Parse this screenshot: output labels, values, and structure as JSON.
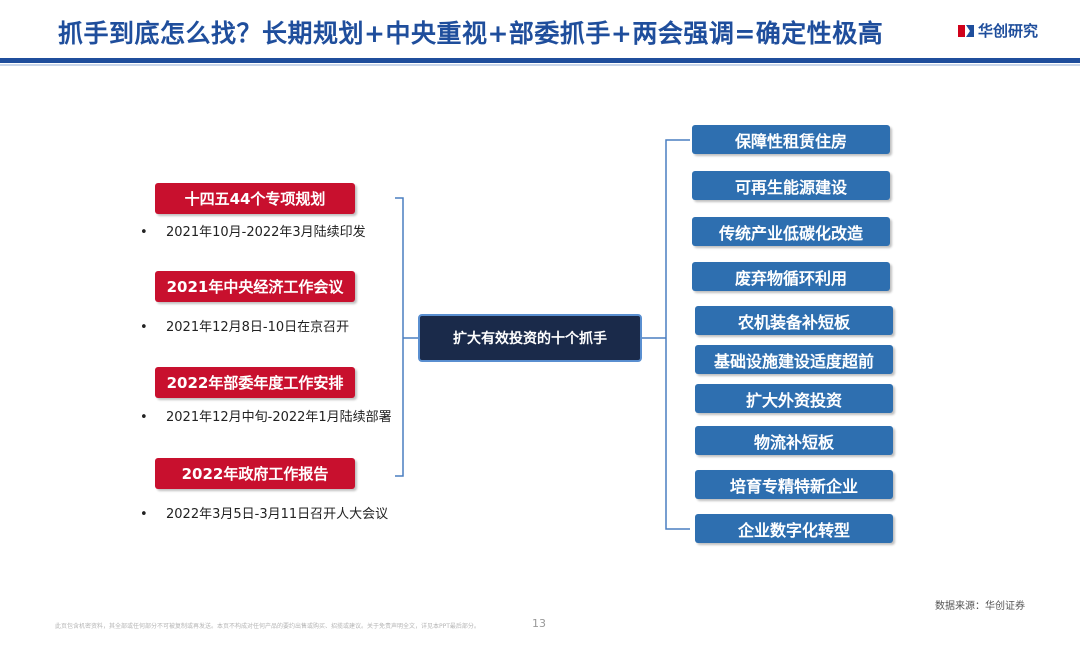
{
  "header": {
    "title": "抓手到底怎么找？长期规划+中央重视+部委抓手+两会强调=确定性极高",
    "logo_text": "华创研究"
  },
  "left_items": [
    {
      "label": "十四五44个专项规划",
      "bullet": "2021年10月-2022年3月陆续印发"
    },
    {
      "label": "2021年中央经济工作会议",
      "bullet": "2021年12月8日-10日在京召开"
    },
    {
      "label": "2022年部委年度工作安排",
      "bullet": "2021年12月中旬-2022年1月陆续部署"
    },
    {
      "label": "2022年政府工作报告",
      "bullet": "2022年3月5日-3月11日召开人大会议"
    }
  ],
  "center": {
    "label": "扩大有效投资的十个抓手"
  },
  "right_items": [
    "保障性租赁住房",
    "可再生能源建设",
    "传统产业低碳化改造",
    "废弃物循环利用",
    "农机装备补短板",
    "基础设施建设适度超前",
    "扩大外资投资",
    "物流补短板",
    "培育专精特新企业",
    "企业数字化转型"
  ],
  "footer": {
    "source": "数据来源：华创证券",
    "disclaimer": "此页包含机密资料，其全部或任何部分不可被复制或再发送。本页不构成对任何产品的要约出售或购买、招揽或建议。关于免责声明全文，详见本PPT最后部分。",
    "page_number": "13"
  },
  "colors": {
    "title_blue": "#1f4e9c",
    "red_box": "#c8102e",
    "blue_box": "#2e6fb0",
    "center_box": "#1a2a4a",
    "logo_red": "#d0021b"
  }
}
